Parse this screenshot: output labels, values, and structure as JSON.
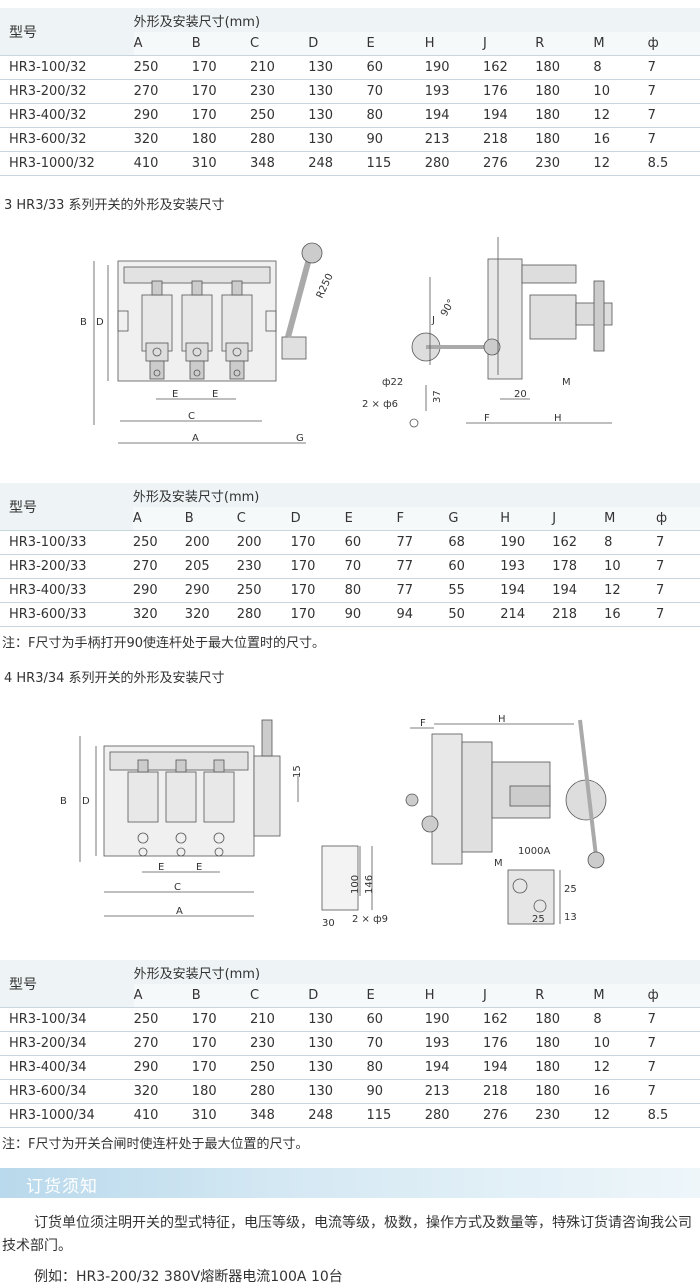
{
  "table1": {
    "model_header": "型号",
    "group_header": "外形及安装尺寸(mm)",
    "columns": [
      "A",
      "B",
      "C",
      "D",
      "E",
      "H",
      "J",
      "R",
      "M",
      "ф"
    ],
    "rows": [
      {
        "model": "HR3-100/32",
        "values": [
          "250",
          "170",
          "210",
          "130",
          "60",
          "190",
          "162",
          "180",
          "8",
          "7"
        ]
      },
      {
        "model": "HR3-200/32",
        "values": [
          "270",
          "170",
          "230",
          "130",
          "70",
          "193",
          "176",
          "180",
          "10",
          "7"
        ]
      },
      {
        "model": "HR3-400/32",
        "values": [
          "290",
          "170",
          "250",
          "130",
          "80",
          "194",
          "194",
          "180",
          "12",
          "7"
        ]
      },
      {
        "model": "HR3-600/32",
        "values": [
          "320",
          "180",
          "280",
          "130",
          "90",
          "213",
          "218",
          "180",
          "16",
          "7"
        ]
      },
      {
        "model": "HR3-1000/32",
        "values": [
          "410",
          "310",
          "348",
          "248",
          "115",
          "280",
          "276",
          "230",
          "12",
          "8.5"
        ]
      }
    ]
  },
  "section3_title": "3 HR3/33 系列开关的外形及安装尺寸",
  "diagram3": {
    "labels": {
      "B": "B",
      "D": "D",
      "E": "E",
      "C": "C",
      "A": "A",
      "G": "G",
      "R": "R250",
      "J": "J",
      "angle": "90°",
      "phi22": "ф22",
      "phi6": "2 × ф6",
      "d37": "37",
      "d20": "20",
      "F": "F",
      "H": "H",
      "M": "M"
    }
  },
  "table2": {
    "model_header": "型号",
    "group_header": "外形及安装尺寸(mm)",
    "columns": [
      "A",
      "B",
      "C",
      "D",
      "E",
      "F",
      "G",
      "H",
      "J",
      "M",
      "ф"
    ],
    "rows": [
      {
        "model": "HR3-100/33",
        "values": [
          "250",
          "200",
          "200",
          "170",
          "60",
          "77",
          "68",
          "190",
          "162",
          "8",
          "7"
        ]
      },
      {
        "model": "HR3-200/33",
        "values": [
          "270",
          "205",
          "230",
          "170",
          "70",
          "77",
          "60",
          "193",
          "178",
          "10",
          "7"
        ]
      },
      {
        "model": "HR3-400/33",
        "values": [
          "290",
          "290",
          "250",
          "170",
          "80",
          "77",
          "55",
          "194",
          "194",
          "12",
          "7"
        ]
      },
      {
        "model": "HR3-600/33",
        "values": [
          "320",
          "320",
          "280",
          "170",
          "90",
          "94",
          "50",
          "214",
          "218",
          "16",
          "7"
        ]
      }
    ]
  },
  "note2": "注：F尺寸为手柄打开90使连杆处于最大位置时的尺寸。",
  "section4_title": "4 HR3/34 系列开关的外形及安装尺寸",
  "diagram4": {
    "labels": {
      "B": "B",
      "D": "D",
      "E": "E",
      "C": "C",
      "A": "A",
      "d15": "15",
      "d100": "100",
      "d146": "146",
      "d30": "30",
      "phi9": "2 × ф9",
      "F": "F",
      "H": "H",
      "M": "M",
      "amp": "1000A",
      "d25a": "25",
      "d25b": "25",
      "d13": "13"
    }
  },
  "table3": {
    "model_header": "型号",
    "group_header": "外形及安装尺寸(mm)",
    "columns": [
      "A",
      "B",
      "C",
      "D",
      "E",
      "H",
      "J",
      "R",
      "M",
      "ф"
    ],
    "rows": [
      {
        "model": "HR3-100/34",
        "values": [
          "250",
          "170",
          "210",
          "130",
          "60",
          "190",
          "162",
          "180",
          "8",
          "7"
        ]
      },
      {
        "model": "HR3-200/34",
        "values": [
          "270",
          "170",
          "230",
          "130",
          "70",
          "193",
          "176",
          "180",
          "10",
          "7"
        ]
      },
      {
        "model": "HR3-400/34",
        "values": [
          "290",
          "170",
          "250",
          "130",
          "80",
          "194",
          "194",
          "180",
          "12",
          "7"
        ]
      },
      {
        "model": "HR3-600/34",
        "values": [
          "320",
          "180",
          "280",
          "130",
          "90",
          "213",
          "218",
          "180",
          "16",
          "7"
        ]
      },
      {
        "model": "HR3-1000/34",
        "values": [
          "410",
          "310",
          "348",
          "248",
          "115",
          "280",
          "276",
          "230",
          "12",
          "8.5"
        ]
      }
    ]
  },
  "note3": "注：F尺寸为开关合闸时使连杆处于最大位置的尺寸。",
  "banner_title": "订货须知",
  "order_text": "订货单位须注明开关的型式特征，电压等级，电流等级，极数，操作方式及数量等，特殊订货请咨询我公司技术部门。",
  "example": "例如：HR3-200/32 380V熔断器电流100A 10台"
}
